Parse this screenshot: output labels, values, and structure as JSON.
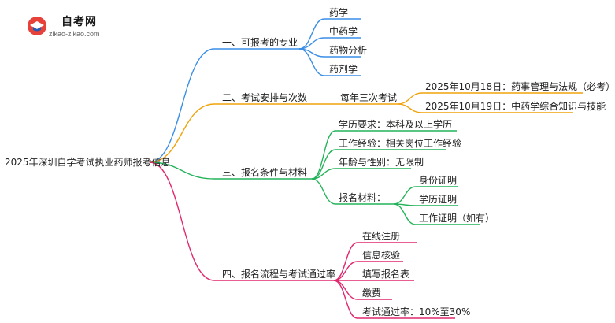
{
  "logo": {
    "title": "自考网",
    "subtitle": "zikao-zikao.com"
  },
  "root": "2025年深圳自学考试执业药师报考信息",
  "colors": {
    "blue": "#3a8ee6",
    "orange": "#f0a30a",
    "green": "#24b35a",
    "pink": "#e0286f"
  },
  "branches": [
    {
      "label": "一、可报考的专业",
      "children": [
        "药学",
        "中药学",
        "药物分析",
        "药剂学"
      ]
    },
    {
      "label": "二、考试安排与次数",
      "sub": "每年三次考试",
      "children": [
        "2025年10月18日：药事管理与法规（必考）",
        "2025年10月19日：中药学综合知识与技能"
      ]
    },
    {
      "label": "三、报名条件与材料",
      "children": [
        "学历要求：本科及以上学历",
        "工作经验：相关岗位工作经验",
        "年龄与性别：无限制"
      ],
      "materials": {
        "label": "报名材料：",
        "items": [
          "身份证明",
          "学历证明",
          "工作证明（如有）"
        ]
      }
    },
    {
      "label": "四、报名流程与考试通过率",
      "children": [
        "在线注册",
        "信息核验",
        "填写报名表",
        "缴费",
        "考试通过率：10%至30%"
      ]
    }
  ]
}
